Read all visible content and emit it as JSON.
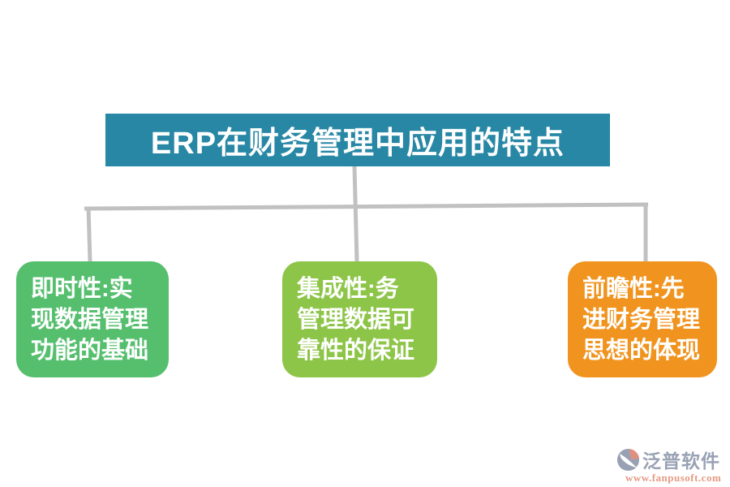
{
  "title": {
    "text": "ERP在财务管理中应用的特点",
    "bg": "#2787a5",
    "text_color": "#ffffff"
  },
  "connector_color": "#c1c1c1",
  "boxes": [
    {
      "id": "immediacy",
      "bg": "#55bf6e",
      "lines": [
        "即时性:实",
        "现数据管理",
        "功能的基础"
      ]
    },
    {
      "id": "integration",
      "bg": "#8dc548",
      "lines": [
        "集成性:务",
        "管理数据可",
        "靠性的保证"
      ]
    },
    {
      "id": "foresight",
      "bg": "#f0941f",
      "lines": [
        "前瞻性:先",
        "进财务管理",
        "思想的体现"
      ]
    }
  ],
  "watermark": {
    "brand": "泛普软件",
    "url": "www.fanpusoft.com",
    "brand_color": "#99a2b4",
    "url_color": "#e59a84",
    "logo_main_color": "#98a1b3",
    "logo_accent_color": "#de9180"
  }
}
